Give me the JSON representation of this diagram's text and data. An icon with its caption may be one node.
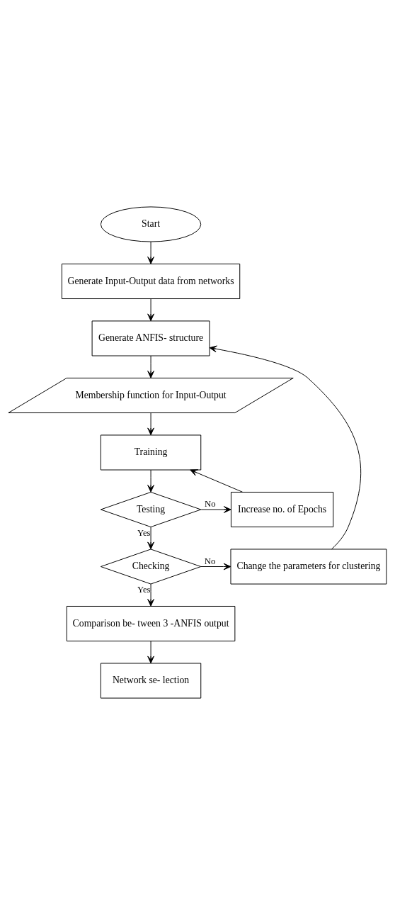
{
  "diagram": {
    "nodes": [
      {
        "text": [
          "Start"
        ]
      },
      {
        "text": [
          "Generate Input-Output data from networks"
        ]
      },
      {
        "text": [
          "Generate ANFIS- structure"
        ]
      },
      {
        "text": [
          "Membership function for Input-Output"
        ]
      },
      {
        "text": [
          "Training"
        ]
      },
      {
        "text": [
          "Testing"
        ]
      },
      {
        "text": [
          "Increase no. of Epochs"
        ]
      },
      {
        "text": [
          "Checking"
        ]
      },
      {
        "text": [
          "Change the parameters for clustering"
        ]
      },
      {
        "text": [
          "Comparison be- tween 3 -ANFIS output"
        ]
      },
      {
        "text": [
          "Network se- lection"
        ]
      }
    ],
    "edges": [
      {
        "from": 0,
        "to": 1,
        "arrow": "to"
      },
      {
        "from": 1,
        "to": 2,
        "arrow": "to"
      },
      {
        "from": 2,
        "to": 3,
        "arrow": "to"
      },
      {
        "from": 3,
        "to": 4,
        "arrow": "to"
      },
      {
        "from": 4,
        "to": 5,
        "arrow": "to"
      },
      {
        "from": 5,
        "to": 6,
        "arrow": "to",
        "label": "No"
      },
      {
        "from": 6,
        "to": 4,
        "arrow": "to"
      },
      {
        "from": 5,
        "to": 7,
        "arrow": "to",
        "label": "Yes"
      },
      {
        "from": 7,
        "to": 8,
        "arrow": "to",
        "label": "No"
      },
      {
        "from": 8,
        "to": 2,
        "arrow": "to"
      },
      {
        "from": 7,
        "to": 9,
        "arrow": "to",
        "label": "Yes"
      },
      {
        "from": 9,
        "to": 10,
        "arrow": "to"
      }
    ]
  }
}
